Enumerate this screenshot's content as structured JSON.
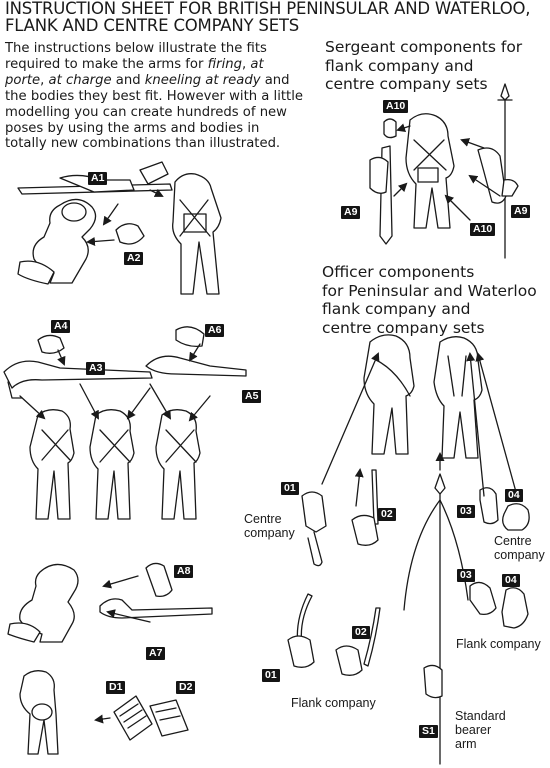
{
  "title": {
    "line1": "INSTRUCTION SHEET FOR BRITISH PENINSULAR AND WATERLOO,",
    "line2": "FLANK AND CENTRE COMPANY SETS"
  },
  "intro": {
    "part1": "The instructions below illustrate the fits required to make the arms for ",
    "firing": "firing",
    "sep1": ", ",
    "at_porte": "at porte",
    "sep2": ", ",
    "at_charge": "at charge",
    "sep3": " and ",
    "kneeling": "kneeling at ready",
    "part2": " and the bodies they best fit. However with a little modelling you can create hundreds of new poses by using the arms and bodies in totally new combinations than illustrated."
  },
  "sergeant": {
    "heading_l1": "Sergeant components for",
    "heading_l2": "flank company and",
    "heading_l3": "centre company sets"
  },
  "officer": {
    "heading_l1": "Officer components",
    "heading_l2": "for Peninsular and Waterloo",
    "heading_l3": "flank company and",
    "heading_l4": "centre company sets"
  },
  "tags": {
    "A1": "A1",
    "A2": "A2",
    "A3": "A3",
    "A4": "A4",
    "A5": "A5",
    "A6": "A6",
    "A7": "A7",
    "A8": "A8",
    "A9": "A9",
    "A10": "A10",
    "D1": "D1",
    "D2": "D2",
    "O1": "01",
    "O2": "02",
    "O3": "03",
    "O4": "04",
    "S1": "S1"
  },
  "captions": {
    "centre_left_l1": "Centre",
    "centre_left_l2": "company",
    "centre_right_l1": "Centre",
    "centre_right_l2": "company",
    "flank_right": "Flank company",
    "flank_bottom": "Flank company",
    "standard_l1": "Standard",
    "standard_l2": "bearer",
    "standard_l3": "arm"
  }
}
